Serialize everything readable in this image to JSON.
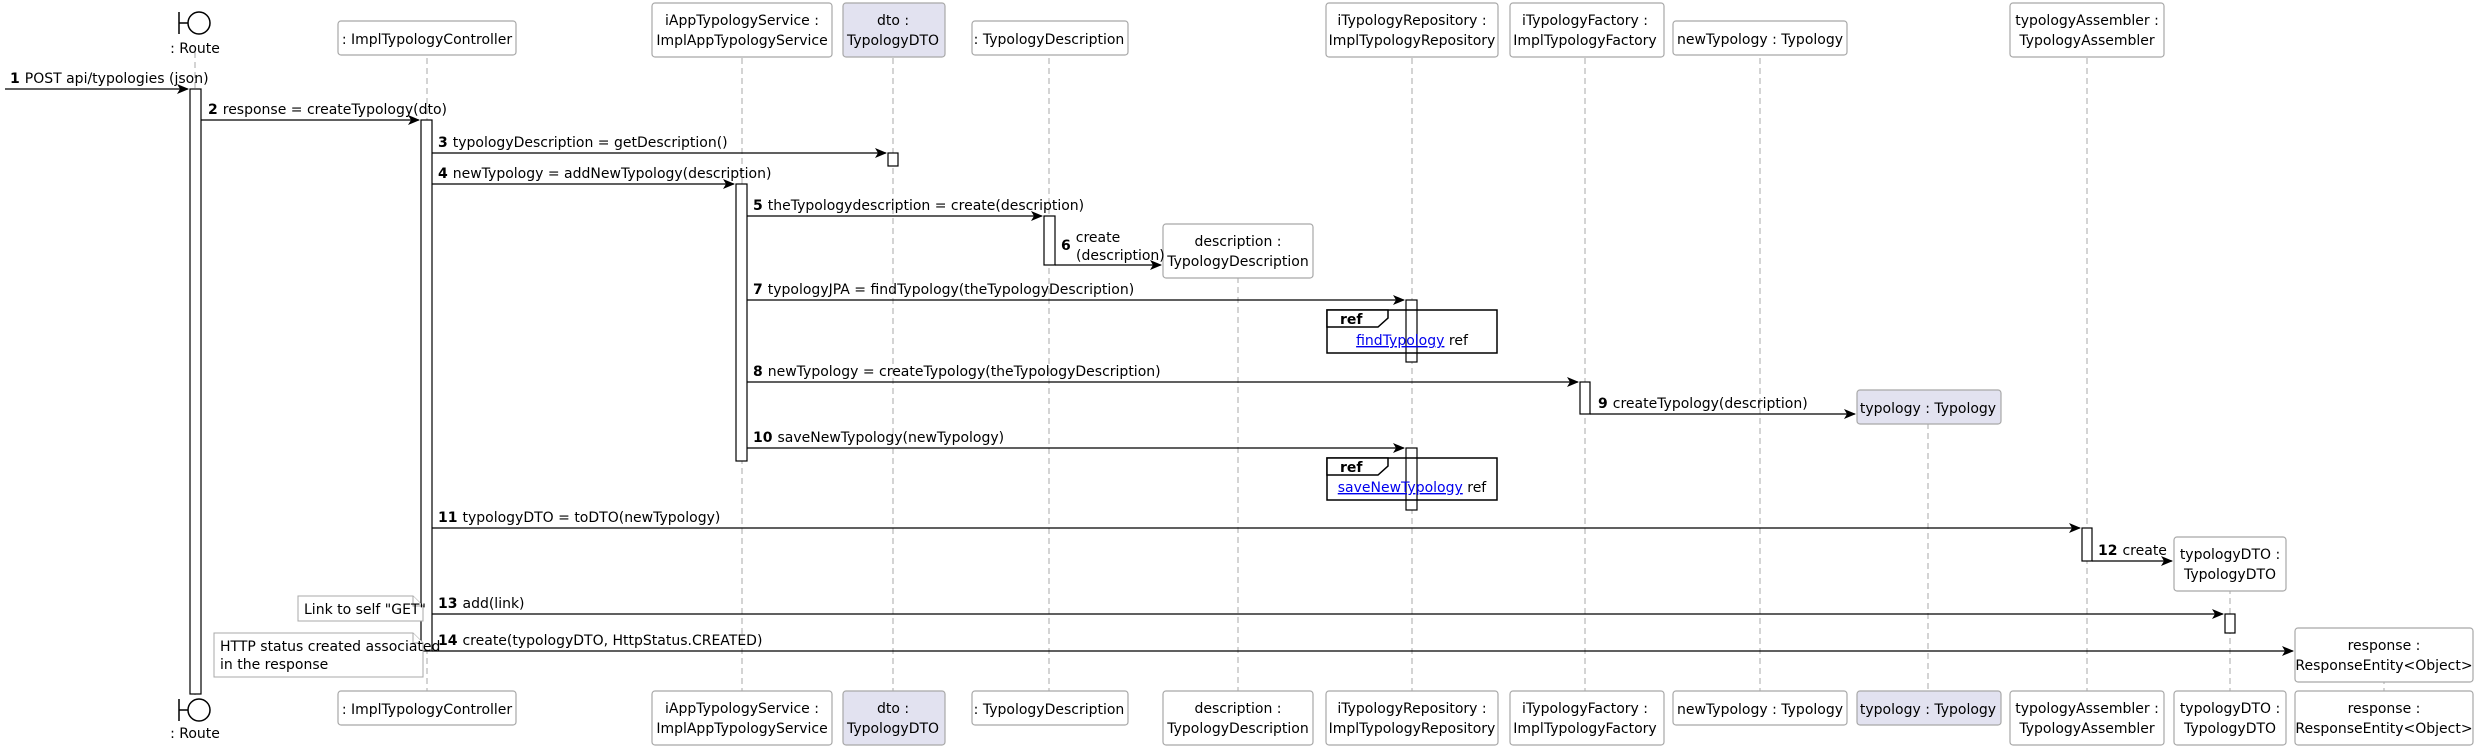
{
  "participants": [
    {
      "id": "route",
      "lines": [
        "",
        ": Route"
      ],
      "kind": "boundary"
    },
    {
      "id": "ctrl",
      "lines": [
        "",
        ": ImplTypologyController"
      ]
    },
    {
      "id": "svc",
      "lines": [
        "iAppTypologyService :",
        "ImplAppTypologyService"
      ]
    },
    {
      "id": "dto",
      "lines": [
        "dto :",
        "TypologyDTO"
      ],
      "highlight": true
    },
    {
      "id": "tdesc",
      "lines": [
        "",
        ": TypologyDescription"
      ]
    },
    {
      "id": "desc",
      "lines": [
        "description :",
        "TypologyDescription"
      ],
      "created": true
    },
    {
      "id": "repo",
      "lines": [
        "iTypologyRepository :",
        "ImplTypologyRepository"
      ]
    },
    {
      "id": "fact",
      "lines": [
        "iTypologyFactory :",
        "ImplTypologyFactory"
      ]
    },
    {
      "id": "newtyp",
      "lines": [
        "",
        "newTypology : Typology"
      ]
    },
    {
      "id": "typ",
      "lines": [
        "",
        "typology : Typology"
      ],
      "highlight": true,
      "created": true
    },
    {
      "id": "asm",
      "lines": [
        "typologyAssembler :",
        "TypologyAssembler"
      ]
    },
    {
      "id": "tdto",
      "lines": [
        "typologyDTO :",
        "TypologyDTO"
      ],
      "created": true
    },
    {
      "id": "resp",
      "lines": [
        "response :",
        "ResponseEntity<Object>"
      ],
      "created": true
    }
  ],
  "messages": [
    {
      "n": "1",
      "text": "POST api/typologies (json)"
    },
    {
      "n": "2",
      "text": "response = createTypology(dto)"
    },
    {
      "n": "3",
      "text": "typologyDescription = getDescription()"
    },
    {
      "n": "4",
      "text": "newTypology = addNewTypology(description)"
    },
    {
      "n": "5",
      "text": "theTypologydescription = create(description)"
    },
    {
      "n": "6",
      "text": "create",
      "text2": "(description)"
    },
    {
      "n": "7",
      "text": "typologyJPA = findTypology(theTypologyDescription)"
    },
    {
      "n": "8",
      "text": "newTypology = createTypology(theTypologyDescription)"
    },
    {
      "n": "9",
      "text": "createTypology(description)"
    },
    {
      "n": "10",
      "text": "saveNewTypology(newTypology)"
    },
    {
      "n": "11",
      "text": "typologyDTO = toDTO(newTypology)"
    },
    {
      "n": "12",
      "text": "create"
    },
    {
      "n": "13",
      "text": "add(link)"
    },
    {
      "n": "14",
      "text": "create(typologyDTO, HttpStatus.CREATED)"
    }
  ],
  "refs": [
    {
      "tag": "ref",
      "link": "findTypology",
      "suffix": " ref"
    },
    {
      "tag": "ref",
      "link": "saveNewTypology",
      "suffix": " ref"
    }
  ],
  "notes": [
    {
      "lines": [
        "Link to self  \"GET\""
      ]
    },
    {
      "lines": [
        "HTTP status created associated",
        "in the response"
      ]
    }
  ]
}
